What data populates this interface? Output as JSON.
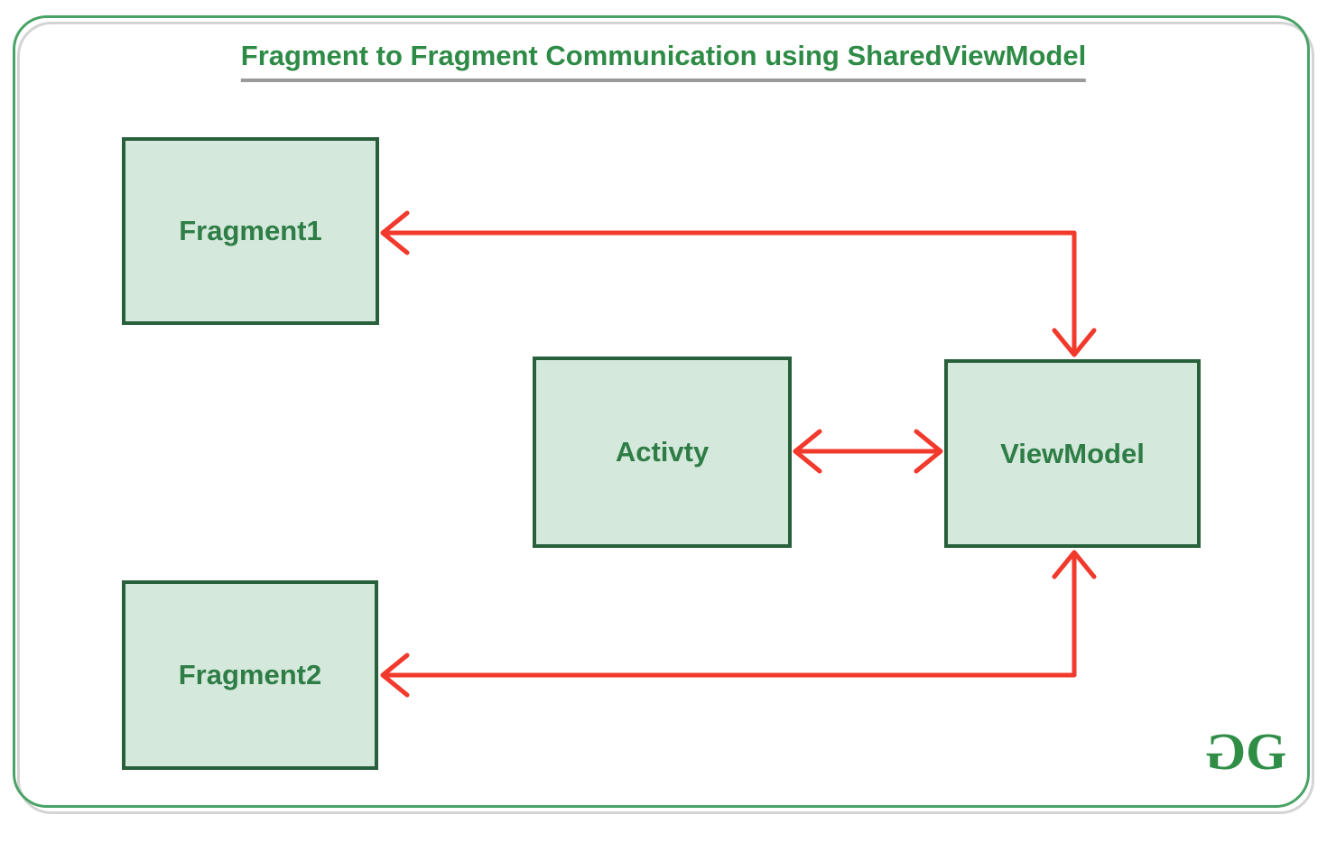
{
  "title": "Fragment to Fragment Communication using SharedViewModel",
  "nodes": {
    "fragment1": {
      "label": "Fragment1"
    },
    "activity": {
      "label": "Activty"
    },
    "viewmodel": {
      "label": "ViewModel"
    },
    "fragment2": {
      "label": "Fragment2"
    }
  },
  "edges": [
    {
      "from": "ViewModel",
      "to": "Fragment1",
      "style": "elbow",
      "arrowheads": [
        "left-into-fragment1",
        "down-into-viewmodel"
      ]
    },
    {
      "from": "Activty",
      "to": "ViewModel",
      "style": "straight",
      "arrowheads": [
        "left-into-activity",
        "right-into-viewmodel"
      ]
    },
    {
      "from": "ViewModel",
      "to": "Fragment2",
      "style": "elbow",
      "arrowheads": [
        "left-into-fragment2",
        "up-into-viewmodel"
      ]
    }
  ],
  "logo": {
    "g_left": "G",
    "g_right": "G"
  },
  "colors": {
    "title_green": "#2e8b46",
    "node_fill": "#d5e8dc",
    "node_border": "#28603c",
    "node_text": "#2e7d46",
    "arrow_red": "#f1392c",
    "frame_green": "#4aa366",
    "underline_gray": "#9a9a9a",
    "logo_green": "#2f8d46"
  }
}
